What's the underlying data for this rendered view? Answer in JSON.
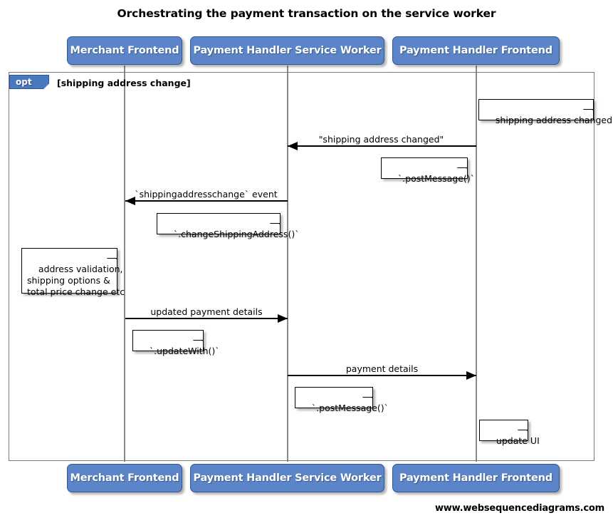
{
  "title": "Orchestrating the payment transaction on the service worker",
  "footer": "www.websequencediagrams.com",
  "colors": {
    "participant_fill": "#5b85c8",
    "participant_border": "#2f5596",
    "participant_text": "#ffffff",
    "frame_tab_fill": "#4a79bf",
    "lifeline": "#8a8a8a",
    "line": "#000000",
    "note_fill": "#ffffff",
    "background": "#ffffff"
  },
  "participants": [
    {
      "id": "merchant-frontend",
      "label": "Merchant Frontend"
    },
    {
      "id": "payment-handler-service-worker",
      "label": "Payment Handler Service Worker"
    },
    {
      "id": "payment-handler-frontend",
      "label": "Payment Handler Frontend"
    }
  ],
  "fragment": {
    "type": "opt",
    "tab_label": "opt",
    "condition": "[shipping address change]"
  },
  "messages": [
    {
      "id": "msg-shipping-address-changed",
      "label": "\"shipping address changed\"",
      "from": "payment-handler-frontend",
      "to": "payment-handler-service-worker",
      "direction": "left"
    },
    {
      "id": "msg-shippingaddresschange-event",
      "label": "`shippingaddresschange` event",
      "from": "payment-handler-service-worker",
      "to": "merchant-frontend",
      "direction": "left"
    },
    {
      "id": "msg-updated-payment-details",
      "label": "updated payment details",
      "from": "merchant-frontend",
      "to": "payment-handler-service-worker",
      "direction": "right"
    },
    {
      "id": "msg-payment-details",
      "label": "payment details",
      "from": "payment-handler-service-worker",
      "to": "payment-handler-frontend",
      "direction": "right"
    }
  ],
  "notes": [
    {
      "id": "note-shipping-address-changed",
      "text": "shipping address changed",
      "over": "payment-handler-frontend"
    },
    {
      "id": "note-post-message-1",
      "text": "`.postMessage()`",
      "over": "payment-handler-frontend"
    },
    {
      "id": "note-change-shipping-address",
      "text": "`.changeShippingAddress()`",
      "over": "payment-handler-service-worker"
    },
    {
      "id": "note-address-validation",
      "text": "address validation,\nshipping options &\ntotal price change etc",
      "over": "merchant-frontend"
    },
    {
      "id": "note-update-with",
      "text": "`.updateWith()`",
      "over": "merchant-frontend"
    },
    {
      "id": "note-post-message-2",
      "text": "`.postMessage()`",
      "over": "payment-handler-service-worker"
    },
    {
      "id": "note-update-ui",
      "text": "update UI",
      "over": "payment-handler-frontend"
    }
  ]
}
